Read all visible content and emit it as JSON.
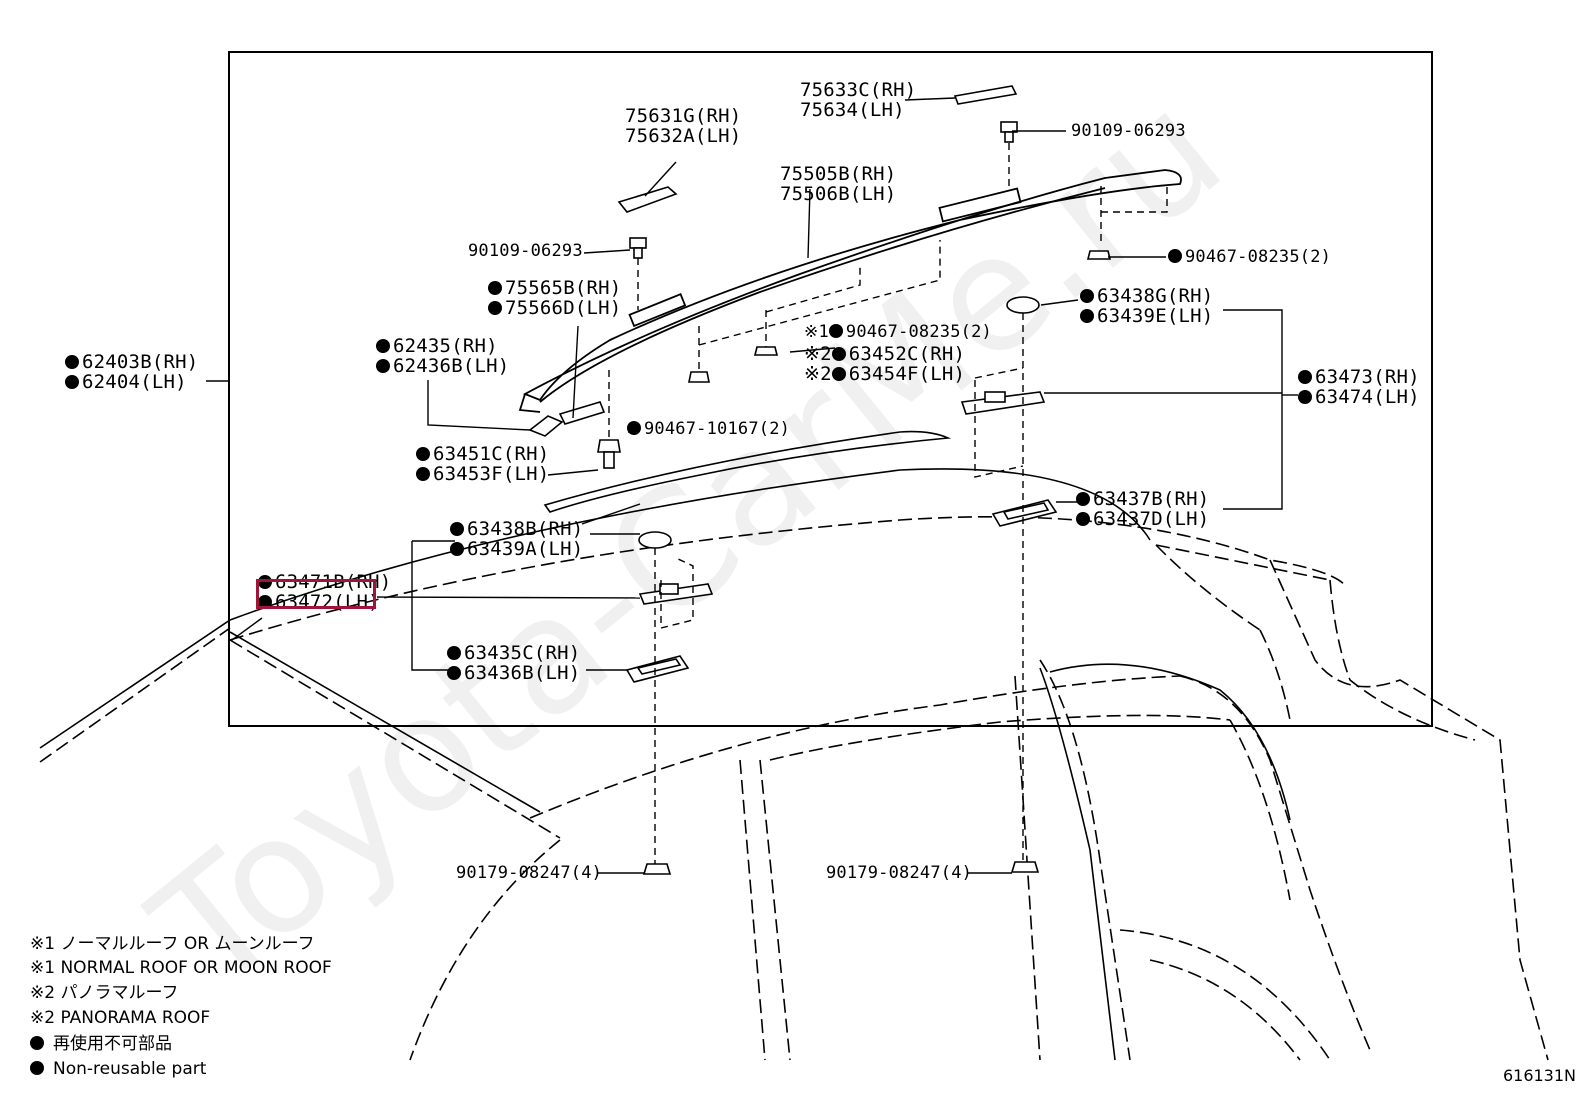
{
  "diagram_id": "616131N",
  "watermark": "Toyota-CarMe.ru",
  "highlight_color": "#a0143c",
  "parts": {
    "p75633": [
      "75633C(RH)",
      "75634(LH)"
    ],
    "p75631": [
      "75631G(RH)",
      "75632A(LH)"
    ],
    "p90109_top": "90109-06293",
    "p75505": [
      "75505B(RH)",
      "75506B(LH)"
    ],
    "p90109_left": "90109-06293",
    "p90467_right": "90467-08235(2)",
    "p75565": [
      "75565B(RH)",
      "75566D(LH)"
    ],
    "p63438G": [
      "63438G(RH)",
      "63439E(LH)"
    ],
    "p62435": [
      "62435(RH)",
      "62436B(LH)"
    ],
    "p90467_mid": "90467-08235(2)",
    "p63452": [
      "63452C(RH)",
      "63454F(LH)"
    ],
    "p62403": [
      "62403B(RH)",
      "62404(LH)"
    ],
    "p63473": [
      "63473(RH)",
      "63474(LH)"
    ],
    "p90467_10167": "90467-10167(2)",
    "p63451": [
      "63451C(RH)",
      "63453F(LH)"
    ],
    "p63437": [
      "63437B(RH)",
      "63437D(LH)"
    ],
    "p63438B": [
      "63438B(RH)",
      "63439A(LH)"
    ],
    "p63471": [
      "63471B(RH)",
      "63472(LH)"
    ],
    "p63435": [
      "63435C(RH)",
      "63436B(LH)"
    ],
    "p90179_left": "90179-08247(4)",
    "p90179_right": "90179-08247(4)"
  },
  "markers": {
    "note1": "※1",
    "note2": "※2"
  },
  "legend": [
    {
      "mark": "※1",
      "text": "ノーマルルーフ OR ムーンルーフ"
    },
    {
      "mark": "※1",
      "text": "NORMAL ROOF OR MOON ROOF"
    },
    {
      "mark": "※2",
      "text": "パノラマルーフ"
    },
    {
      "mark": "※2",
      "text": "PANORAMA ROOF"
    },
    {
      "mark": "dot",
      "text": "再使用不可部品"
    },
    {
      "mark": "dot",
      "text": "Non-reusable part"
    }
  ]
}
